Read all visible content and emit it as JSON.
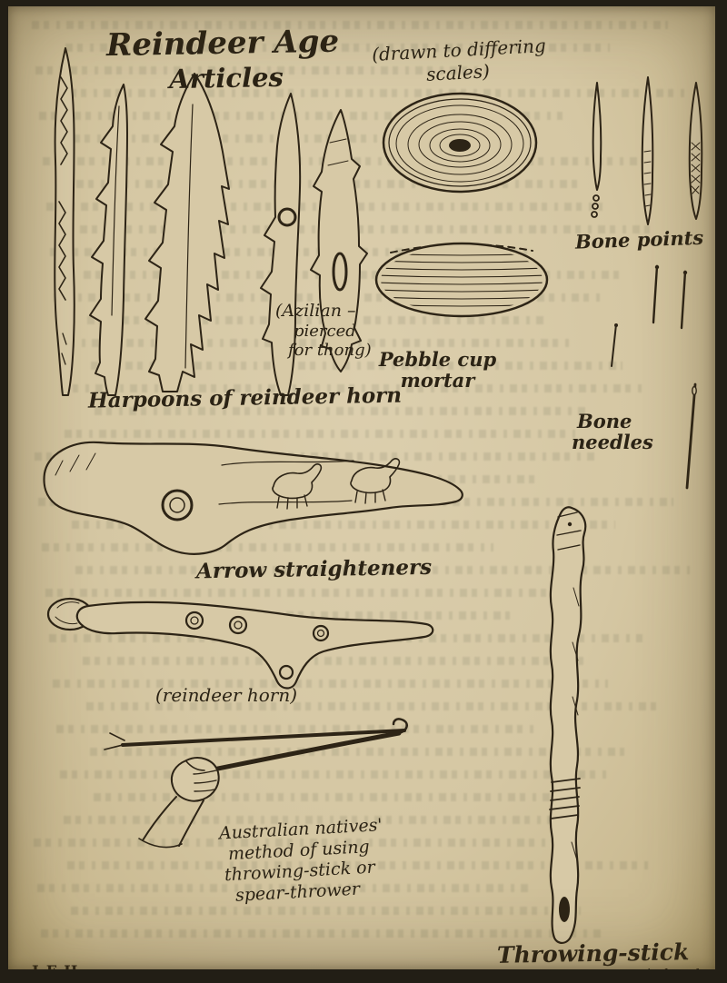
{
  "colors": {
    "paper": "#d7c9a6",
    "ink": "#2d2416"
  },
  "labels": {
    "title_line1": "Reindeer Age",
    "title_line2": "Articles",
    "scale_note_line1": "(drawn to differing",
    "scale_note_line2": "scales)",
    "azilian_line1": "(Azilian –",
    "azilian_line2": "pierced",
    "azilian_line3": "for thong)",
    "harpoons": "Harpoons of reindeer horn",
    "bone_points": "Bone points",
    "pebble_line1": "Pebble cup",
    "pebble_line2": "mortar",
    "needles_line1": "Bone",
    "needles_line2": "needles",
    "arrow_straighteners": "Arrow straighteners",
    "straightener_note": "(reindeer horn)",
    "australian_line1": "Australian natives'",
    "australian_line2": "method of using",
    "australian_line3": "throwing-stick or",
    "australian_line4": "spear-thrower",
    "throwing_stick": "Throwing-stick",
    "throwing_stick_note": "reindeer horn",
    "signature": "J.F.H."
  }
}
